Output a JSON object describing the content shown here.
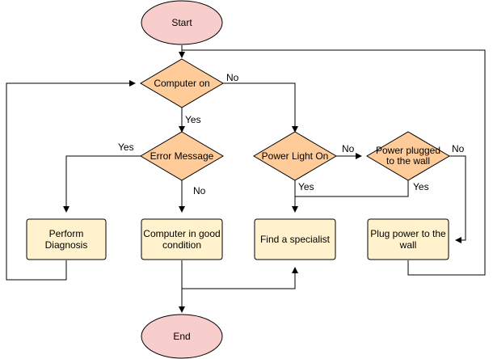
{
  "colors": {
    "terminal_fill": "#f8cecc",
    "terminal_stroke": "#000000",
    "decision_fill": "#ffcc99",
    "process_fill": "#fff2cc",
    "process_stroke": "#000000",
    "edge": "#000000"
  },
  "nodes": {
    "start": "Start",
    "computer_on": "Computer on",
    "error_message": "Error Message",
    "power_light_on": "Power Light On",
    "power_plugged_1": "Power plugged",
    "power_plugged_2": "to the wall",
    "perform_1": "Perform",
    "perform_2": "Diagnosis",
    "good_1": "Computer in good",
    "good_2": "condition",
    "specialist": "Find a specialist",
    "plug_1": "Plug power to the",
    "plug_2": "wall",
    "end": "End"
  },
  "edge_labels": {
    "computer_on_no": "No",
    "computer_on_yes": "Yes",
    "error_yes": "Yes",
    "error_no": "No",
    "power_light_no": "No",
    "power_light_yes": "Yes",
    "power_plugged_no": "No",
    "power_plugged_yes": "Yes"
  }
}
